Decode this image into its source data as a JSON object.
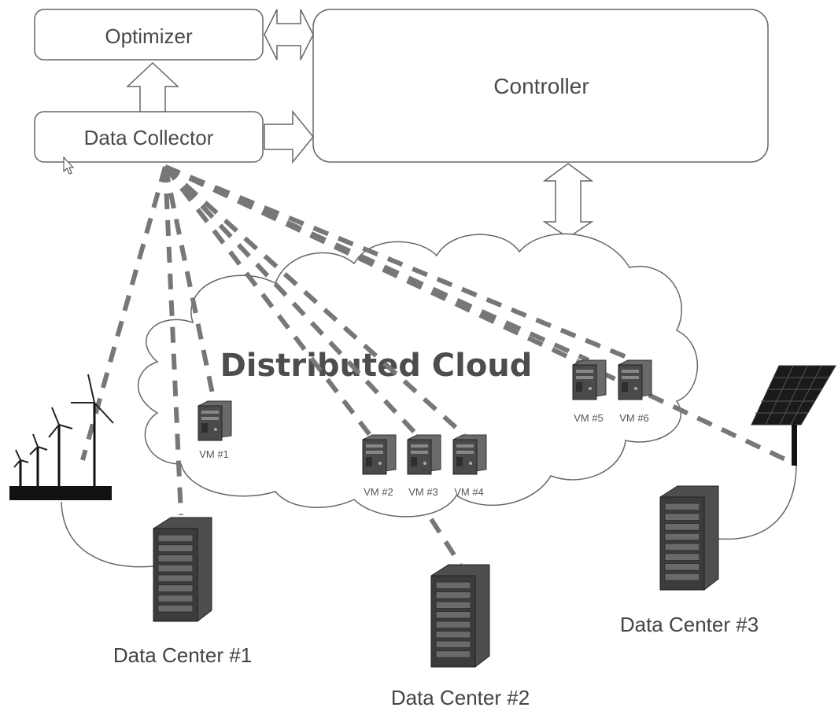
{
  "boxes": {
    "optimizer": "Optimizer",
    "controller": "Controller",
    "data_collector": "Data Collector"
  },
  "cloud": {
    "label": "Distributed Cloud"
  },
  "vms": [
    "VM #1",
    "VM #2",
    "VM #3",
    "VM #4",
    "VM #5",
    "VM #6"
  ],
  "data_centers": [
    "Data Center #1",
    "Data Center #2",
    "Data Center #3"
  ],
  "colors": {
    "line": "#555555",
    "dashed_link": "#777777",
    "server_dark": "#3f3f3f",
    "server_mid": "#6a6a6a",
    "panel": "#1a1a1a",
    "background": "#ffffff"
  },
  "icons": [
    "wind-turbine-icon",
    "solar-panel-icon",
    "server-icon",
    "datacenter-rack-icon",
    "mouse-cursor-icon"
  ]
}
